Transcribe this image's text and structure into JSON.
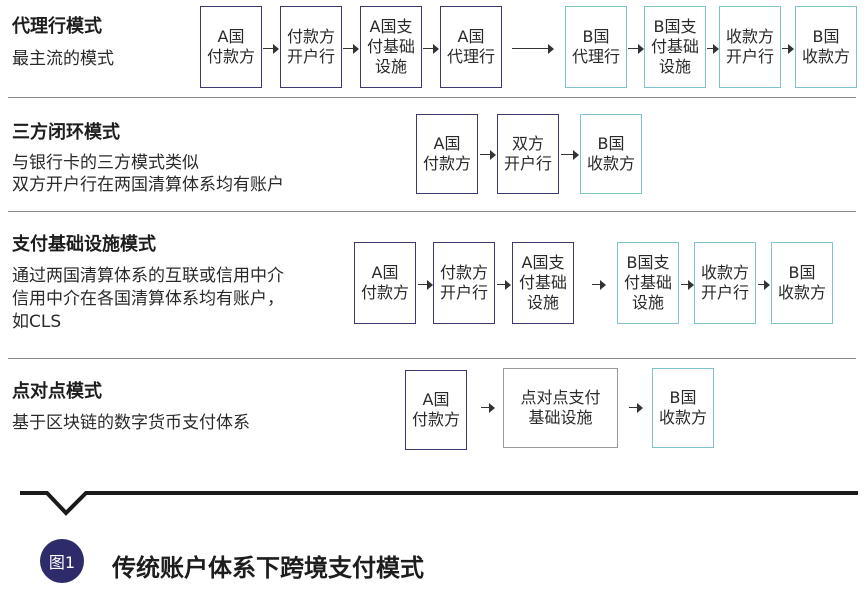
{
  "rows": [
    {
      "title": "代理行模式",
      "desc": [
        "最主流的模式"
      ],
      "boxes": [
        [
          "A国",
          "付款方"
        ],
        [
          "付款方",
          "开户行"
        ],
        [
          "A国支",
          "付基础",
          "设施"
        ],
        [
          "A国",
          "代理行"
        ],
        [
          "B国",
          "代理行"
        ],
        [
          "B国支",
          "付基础",
          "设施"
        ],
        [
          "收款方",
          "开户行"
        ],
        [
          "B国",
          "收款方"
        ]
      ]
    },
    {
      "title": "三方闭环模式",
      "desc": [
        "与银行卡的三方模式类似",
        "双方开户行在两国清算体系均有账户"
      ],
      "boxes": [
        [
          "A国",
          "付款方"
        ],
        [
          "双方",
          "开户行"
        ],
        [
          "B国",
          "收款方"
        ]
      ]
    },
    {
      "title": "支付基础设施模式",
      "desc": [
        "通过两国清算体系的互联或信用中介",
        "信用中介在各国清算体系均有账户，",
        "如CLS"
      ],
      "boxes": [
        [
          "A国",
          "付款方"
        ],
        [
          "付款方",
          "开户行"
        ],
        [
          "A国支",
          "付基础",
          "设施"
        ],
        [
          "B国支",
          "付基础",
          "设施"
        ],
        [
          "收款方",
          "开户行"
        ],
        [
          "B国",
          "收款方"
        ]
      ]
    },
    {
      "title": "点对点模式",
      "desc": [
        "基于区块链的数字货币支付体系"
      ],
      "boxes": [
        [
          "A国",
          "付款方"
        ],
        [
          "点对点支付",
          "基础设施"
        ],
        [
          "B国",
          "收款方"
        ]
      ]
    }
  ],
  "figure": {
    "badge": "图1",
    "caption": "传统账户体系下跨境支付模式"
  },
  "colors": {
    "a_side_border": "#3b3a6e",
    "b_side_border": "#7fc3cc",
    "badge_bg": "#2e2b6b"
  }
}
